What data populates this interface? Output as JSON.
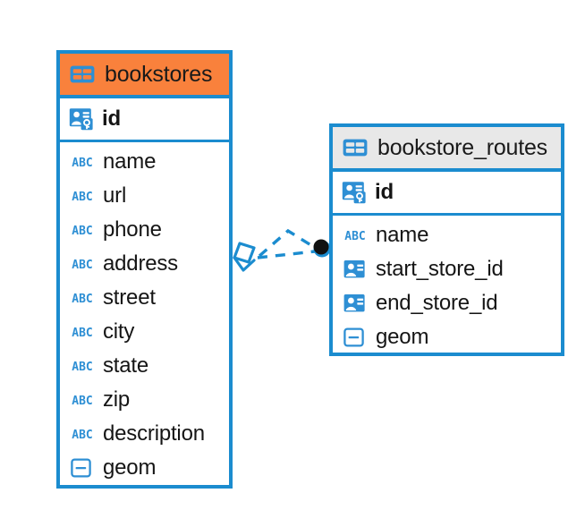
{
  "diagram": {
    "type": "entity-relationship-diagram",
    "colors": {
      "border_blue": "#1b8ccf",
      "header_accent_orange": "#f9813c",
      "header_neutral_gray": "#e8e8e8",
      "icon_blue": "#2e8fd4",
      "text_black": "#151515",
      "connector_blue": "#1b8ccf",
      "endpoint_dark": "#111111"
    },
    "entities": [
      {
        "name": "bookstores",
        "header_style": "accent",
        "primary_key": {
          "label": "id",
          "icon": "primary-key-card-icon"
        },
        "fields": [
          {
            "label": "name",
            "icon": "abc-text-icon"
          },
          {
            "label": "url",
            "icon": "abc-text-icon"
          },
          {
            "label": "phone",
            "icon": "abc-text-icon"
          },
          {
            "label": "address",
            "icon": "abc-text-icon"
          },
          {
            "label": "street",
            "icon": "abc-text-icon"
          },
          {
            "label": "city",
            "icon": "abc-text-icon"
          },
          {
            "label": "state",
            "icon": "abc-text-icon"
          },
          {
            "label": "zip",
            "icon": "abc-text-icon"
          },
          {
            "label": "description",
            "icon": "abc-text-icon"
          },
          {
            "label": "geom",
            "icon": "geometry-icon"
          }
        ]
      },
      {
        "name": "bookstore_routes",
        "header_style": "neutral",
        "primary_key": {
          "label": "id",
          "icon": "primary-key-card-icon"
        },
        "fields": [
          {
            "label": "name",
            "icon": "abc-text-icon"
          },
          {
            "label": "start_store_id",
            "icon": "foreign-key-card-icon"
          },
          {
            "label": "end_store_id",
            "icon": "foreign-key-card-icon"
          },
          {
            "label": "geom",
            "icon": "geometry-icon"
          }
        ]
      }
    ],
    "relationship": {
      "style": "dashed",
      "source_endpoint": "rhombus-crows-foot-marker",
      "target_endpoint": "filled-circle-marker"
    },
    "icon_text": {
      "abc": "ABC"
    }
  }
}
